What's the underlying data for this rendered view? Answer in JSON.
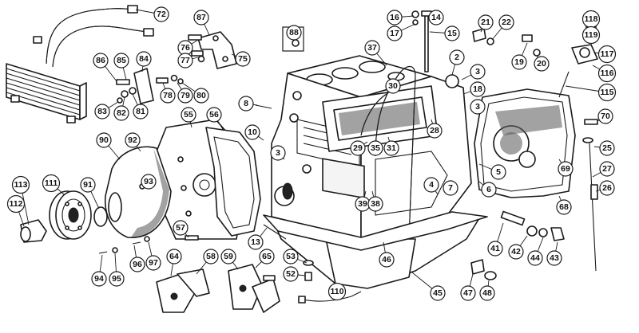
{
  "diagram": {
    "callouts": [
      {
        "label": "72"
      },
      {
        "label": "87"
      },
      {
        "label": "16"
      },
      {
        "label": "14"
      },
      {
        "label": "17"
      },
      {
        "label": "15"
      },
      {
        "label": "21"
      },
      {
        "label": "22"
      },
      {
        "label": "118"
      },
      {
        "label": "119"
      },
      {
        "label": "88"
      },
      {
        "label": "76"
      },
      {
        "label": "77"
      },
      {
        "label": "75"
      },
      {
        "label": "37"
      },
      {
        "label": "2"
      },
      {
        "label": "19"
      },
      {
        "label": "20"
      },
      {
        "label": "117"
      },
      {
        "label": "86"
      },
      {
        "label": "85"
      },
      {
        "label": "84"
      },
      {
        "label": "3"
      },
      {
        "label": "116"
      },
      {
        "label": "30"
      },
      {
        "label": "18"
      },
      {
        "label": "115"
      },
      {
        "label": "78"
      },
      {
        "label": "79"
      },
      {
        "label": "80"
      },
      {
        "label": "83"
      },
      {
        "label": "82"
      },
      {
        "label": "81"
      },
      {
        "label": "8"
      },
      {
        "label": "3"
      },
      {
        "label": "55"
      },
      {
        "label": "56"
      },
      {
        "label": "70"
      },
      {
        "label": "28"
      },
      {
        "label": "10"
      },
      {
        "label": "29"
      },
      {
        "label": "35"
      },
      {
        "label": "31"
      },
      {
        "label": "90"
      },
      {
        "label": "92"
      },
      {
        "label": "3"
      },
      {
        "label": "25"
      },
      {
        "label": "69"
      },
      {
        "label": "5"
      },
      {
        "label": "27"
      },
      {
        "label": "93"
      },
      {
        "label": "4"
      },
      {
        "label": "7"
      },
      {
        "label": "6"
      },
      {
        "label": "26"
      },
      {
        "label": "113"
      },
      {
        "label": "111"
      },
      {
        "label": "91"
      },
      {
        "label": "39"
      },
      {
        "label": "38"
      },
      {
        "label": "68"
      },
      {
        "label": "112"
      },
      {
        "label": "13"
      },
      {
        "label": "57"
      },
      {
        "label": "41"
      },
      {
        "label": "42"
      },
      {
        "label": "44"
      },
      {
        "label": "43"
      },
      {
        "label": "46"
      },
      {
        "label": "94"
      },
      {
        "label": "95"
      },
      {
        "label": "96"
      },
      {
        "label": "97"
      },
      {
        "label": "64"
      },
      {
        "label": "58"
      },
      {
        "label": "59"
      },
      {
        "label": "65"
      },
      {
        "label": "53"
      },
      {
        "label": "52"
      },
      {
        "label": "47"
      },
      {
        "label": "48"
      },
      {
        "label": "45"
      },
      {
        "label": "110"
      }
    ]
  }
}
